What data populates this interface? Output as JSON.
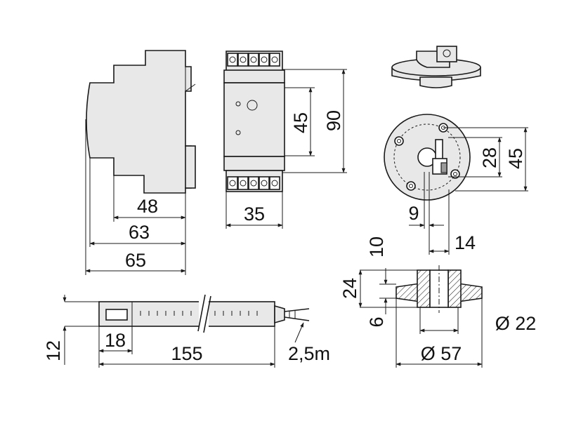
{
  "colors": {
    "line": "#1a1a1a",
    "body_fill": "#e8e8e8",
    "background": "#ffffff"
  },
  "dimensions": {
    "din_side_width_48": "48",
    "din_side_width_63": "63",
    "din_side_width_65": "65",
    "din_front_width": "35",
    "din_front_height_45": "45",
    "din_front_height_90": "90",
    "mount_hole_spacing_28": "28",
    "mount_height_45": "45",
    "mount_width_9": "9",
    "mount_width_14": "14",
    "section_height_10": "10",
    "section_height_24": "24",
    "section_height_6": "6",
    "inner_diameter": "Ø 22",
    "outer_diameter": "Ø 57",
    "probe_height": "12",
    "probe_segment": "18",
    "probe_length": "155",
    "cable_length": "2,5m"
  }
}
